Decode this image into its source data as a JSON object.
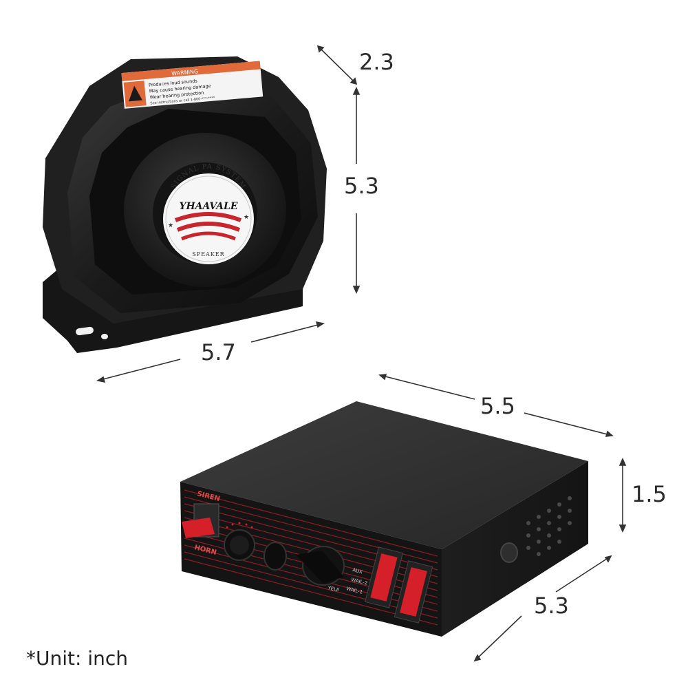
{
  "speaker": {
    "warning_title": "WARNING",
    "warning_lines": [
      "Produces loud sounds",
      "May cause hearing damage",
      "Wear hearing protection"
    ],
    "warning_footnote": "See instructions or call 1-800-***-****",
    "badge_top": "SIGNAL PA SYSTEM",
    "brand": "YHAAVALE",
    "badge_bottom": "SPEAKER"
  },
  "control_box": {
    "panel_label": "SIREN",
    "horn_label": "HORN",
    "selector_labels": [
      "AUX",
      "WAIL-2",
      "WAIL-1",
      "YELP"
    ]
  },
  "dimensions": {
    "speaker_depth": "2.3",
    "speaker_height": "5.3",
    "speaker_width": "5.7",
    "box_width": "5.5",
    "box_height": "1.5",
    "box_depth": "5.3"
  },
  "unit_note": "*Unit: inch",
  "colors": {
    "housing": "#1b1b1b",
    "warning_label": "#e06a3a",
    "switch_red": "#d5202a",
    "stripe_red": "#b8242b"
  }
}
